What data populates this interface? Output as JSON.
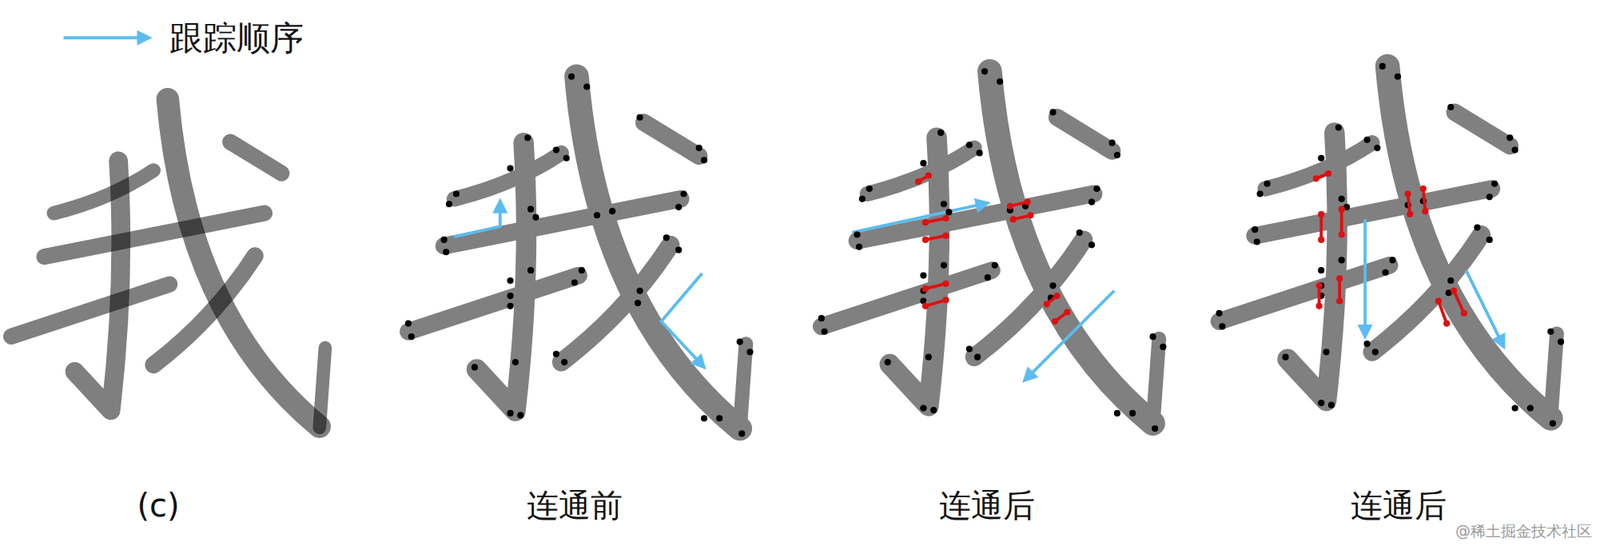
{
  "diagram": {
    "labels": [
      "(c)",
      "连通前",
      "连通后",
      "连通后",
      "@稀土掘金技术社区"
    ],
    "legend": [
      {
        "text": "跟踪顺序"
      }
    ]
  }
}
